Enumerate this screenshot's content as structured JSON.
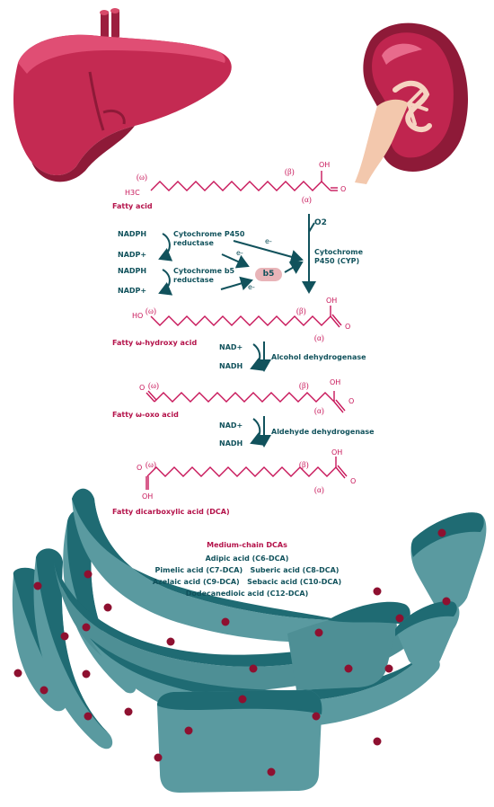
{
  "organs": {
    "liver_icon": "liver-illustration",
    "kidney_icon": "kidney-illustration",
    "er_icon": "endoplasmic-reticulum-illustration"
  },
  "colors": {
    "teal": "#11525c",
    "crimson": "#b4124a",
    "chain": "#c8175a",
    "er_fill": "#5a9aa0",
    "er_dark": "#1f6b73",
    "liver": "#c42a52",
    "kidney": "#c0254f",
    "ribosome": "#8e1030"
  },
  "labels": {
    "omega": "(ω)",
    "alpha": "(α)",
    "beta": "(β)",
    "oh": "OH",
    "o": "O",
    "ho": "HO",
    "h3c": "H3C",
    "fatty_acid": "Fatty acid",
    "o2": "O2",
    "cyp": "Cytochrome\nP450 (CYP)",
    "nadph_1": "NADPH",
    "nadp_1": "NADP+",
    "nadph_2": "NADPH",
    "nadp_2": "NADP+",
    "p450_reductase": "Cytochrome P450\nreductase",
    "b5_reductase": "Cytochrome b5\nreductase",
    "b5": "b5",
    "e_minus": "e-",
    "hydroxy_acid": "Fatty ω-hydroxy acid",
    "nad_1": "NAD+",
    "nadh_1": "NADH",
    "alcohol_dh": "Alcohol dehydrogenase",
    "oxo_acid": "Fatty ω-oxo acid",
    "nad_2": "NAD+",
    "nadh_2": "NADH",
    "aldehyde_dh": "Aldehyde dehydrogenase",
    "dca": "Fatty dicarboxylic acid (DCA)"
  },
  "dca_box": {
    "title": "Medium-chain DCAs",
    "line1": "Adipic acid (C6-DCA)",
    "line2": "Pimelic acid (C7-DCA)   Suberic acid (C8-DCA)",
    "line3": "Azelaic acid (C9-DCA)   Sebacic acid (C10-DCA)",
    "line4": "Dodecanedioic acid (C12-DCA)"
  }
}
